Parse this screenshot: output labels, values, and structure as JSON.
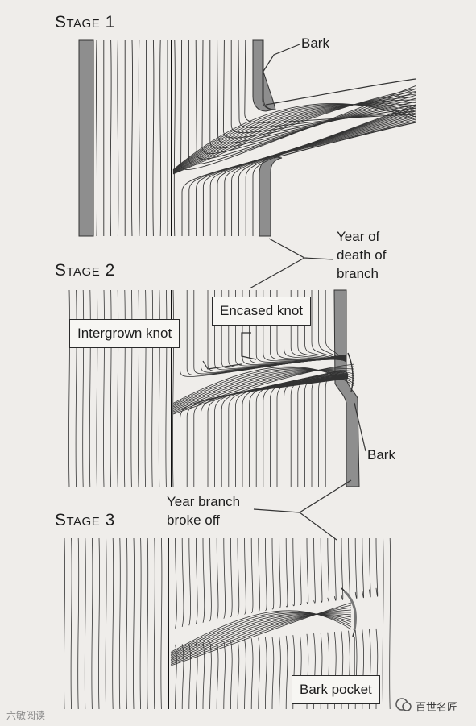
{
  "stages": [
    "Stage 1",
    "Stage 2",
    "Stage 3"
  ],
  "labels": {
    "bark_top": "Bark",
    "death_year": [
      "Year of",
      "death of",
      "branch"
    ],
    "encased_knot": "Encased knot",
    "intergrown_knot": "Intergrown knot",
    "bark_mid": "Bark",
    "broke_off": [
      "Year branch",
      "broke off"
    ],
    "bark_pocket": "Bark pocket"
  },
  "watermarks": {
    "left": "六敏阅读",
    "right": "百世名匠"
  }
}
